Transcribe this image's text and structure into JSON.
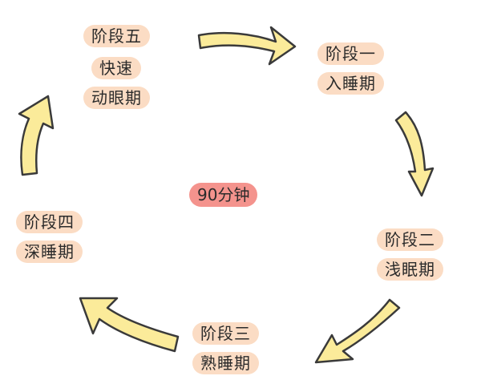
{
  "center": {
    "label": "90分钟"
  },
  "stages": [
    {
      "title": "阶段一",
      "lines": [
        "入睡期"
      ]
    },
    {
      "title": "阶段二",
      "lines": [
        "浅眠期"
      ]
    },
    {
      "title": "阶段三",
      "lines": [
        "熟睡期"
      ]
    },
    {
      "title": "阶段四",
      "lines": [
        "深睡期"
      ]
    },
    {
      "title": "阶段五",
      "lines": [
        "快速",
        "动眼期"
      ]
    }
  ],
  "colors": {
    "pill": "#fbdcc4",
    "center_pill": "#f4938d",
    "arrow_fill": "#fbeb9a",
    "arrow_stroke": "#3a3a3a"
  },
  "icons": [
    "curved-arrow-icon"
  ]
}
